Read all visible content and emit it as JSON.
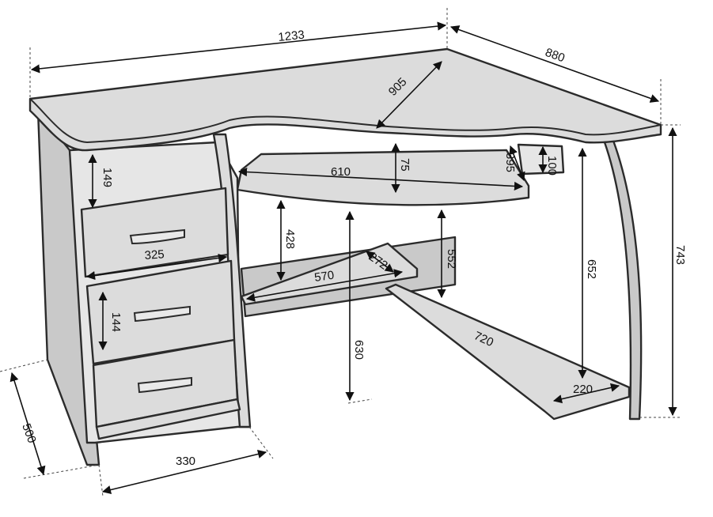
{
  "colors": {
    "panel": "#dcdcdc",
    "outline": "#2b2b2b",
    "background": "#ffffff"
  },
  "dimensions": {
    "overall_width": "1233",
    "side_width": "880",
    "diagonal": "905",
    "total_height": "743",
    "depth": "500",
    "pedestal_width": "330",
    "top_drawer_height": "149",
    "drawer_height": "144",
    "drawer_width": "325",
    "keyboard_width": "610",
    "keyboard_height": "75",
    "tray_depth": "395",
    "tray_height": "100",
    "knee_clearance": "428",
    "leg_height": "630",
    "shelf_width": "570",
    "shelf_depth": "272",
    "inner_height": "552",
    "right_height": "652",
    "footrest_length": "720",
    "footrest_depth": "220"
  }
}
